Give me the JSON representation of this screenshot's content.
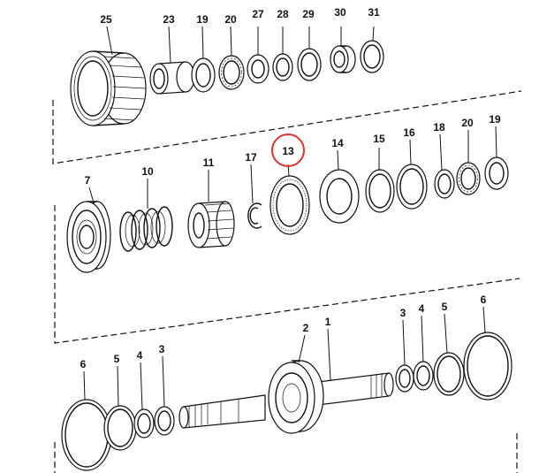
{
  "diagram": {
    "callouts": [
      {
        "id": "25",
        "text": "25",
        "row": 1
      },
      {
        "id": "23",
        "text": "23",
        "row": 1
      },
      {
        "id": "19a",
        "text": "19",
        "row": 1
      },
      {
        "id": "20a",
        "text": "20",
        "row": 1
      },
      {
        "id": "27",
        "text": "27",
        "row": 1
      },
      {
        "id": "28",
        "text": "28",
        "row": 1
      },
      {
        "id": "29",
        "text": "29",
        "row": 1
      },
      {
        "id": "30",
        "text": "30",
        "row": 1
      },
      {
        "id": "31",
        "text": "31",
        "row": 1
      },
      {
        "id": "7",
        "text": "7",
        "row": 2
      },
      {
        "id": "10",
        "text": "10",
        "row": 2
      },
      {
        "id": "11",
        "text": "11",
        "row": 2
      },
      {
        "id": "17",
        "text": "17",
        "row": 2
      },
      {
        "id": "13",
        "text": "13",
        "row": 2,
        "highlighted": true
      },
      {
        "id": "14",
        "text": "14",
        "row": 2
      },
      {
        "id": "15",
        "text": "15",
        "row": 2
      },
      {
        "id": "16",
        "text": "16",
        "row": 2
      },
      {
        "id": "18",
        "text": "18",
        "row": 2
      },
      {
        "id": "20b",
        "text": "20",
        "row": 2
      },
      {
        "id": "19b",
        "text": "19",
        "row": 2
      },
      {
        "id": "6a",
        "text": "6",
        "row": 3
      },
      {
        "id": "5a",
        "text": "5",
        "row": 3
      },
      {
        "id": "4a",
        "text": "4",
        "row": 3
      },
      {
        "id": "3a",
        "text": "3",
        "row": 3
      },
      {
        "id": "2",
        "text": "2",
        "row": 3
      },
      {
        "id": "1",
        "text": "1",
        "row": 3
      },
      {
        "id": "3b",
        "text": "3",
        "row": 3
      },
      {
        "id": "4b",
        "text": "4",
        "row": 3
      },
      {
        "id": "5b",
        "text": "5",
        "row": 3
      },
      {
        "id": "6b",
        "text": "6",
        "row": 3
      }
    ],
    "highlight_color": "#e0322f",
    "line_color": "#111111",
    "background": "#ffffff"
  }
}
